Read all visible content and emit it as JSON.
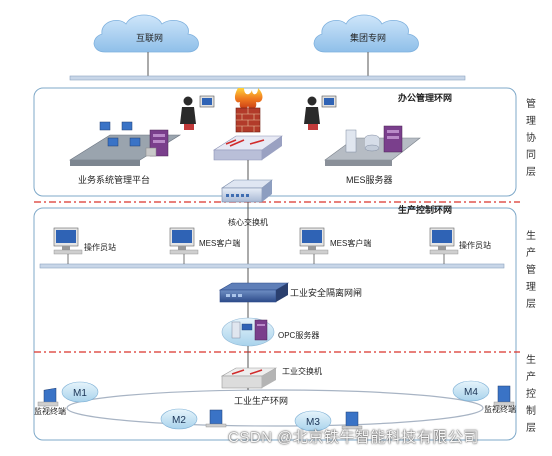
{
  "clouds": {
    "internet": "互联网",
    "group_network": "集团专网"
  },
  "zones": {
    "office_ring": "办公管理环网",
    "production_ring": "生产控制环网"
  },
  "side_labels": {
    "management": "管理协同层",
    "production_management": "生产管理层",
    "production_control": "生产控制层"
  },
  "office": {
    "business_platform": "业务系统管理平台",
    "mes_server": "MES服务器"
  },
  "core": {
    "core_switch": "核心交换机"
  },
  "production": {
    "workstation_left": "操作员站",
    "mes_client_left": "MES客户端",
    "mes_client_right": "MES客户端",
    "workstation_right": "操作员站",
    "isolation_gateway": "工业安全隔离网闸",
    "opc_server": "OPC服务器"
  },
  "control": {
    "industrial_switch": "工业交换机",
    "industrial_ring": "工业生产环网",
    "monitor_left": "监视终端",
    "monitor_right": "监视终端",
    "m1": "M1",
    "m2": "M2",
    "m3": "M3",
    "m4": "M4"
  },
  "watermark": "CSDN @北京铁牛智能科技有限公司",
  "colors": {
    "zone_border": "#7fa9c9",
    "divider": "#d9332b",
    "cloud": "#9fc9ef",
    "node_ellipse": "#bfe0f2"
  }
}
